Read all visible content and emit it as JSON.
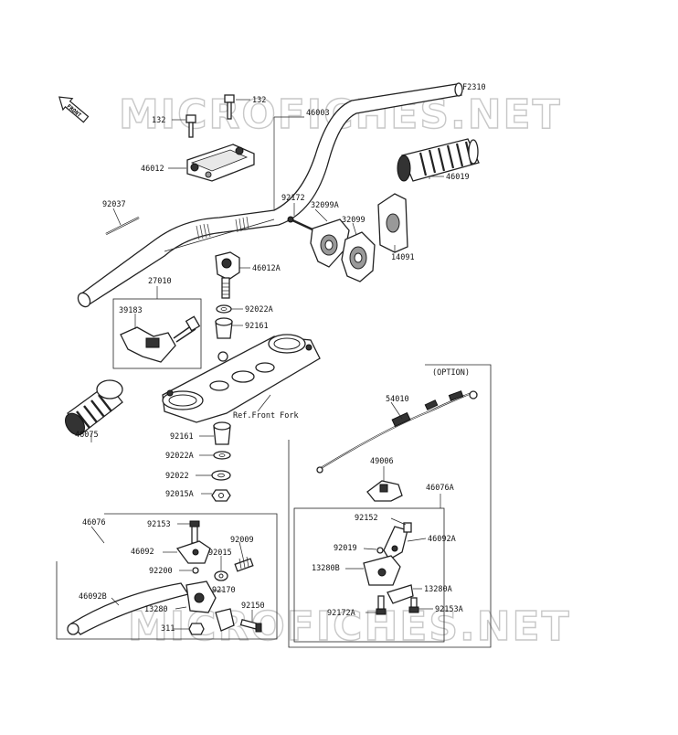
{
  "diagram": {
    "code": "F2310",
    "front_label": "FRONT",
    "watermark": "MICROFICHES.NET",
    "option_label": "(OPTION)",
    "note_front_fork": "Ref.Front Fork"
  },
  "part_labels": {
    "p132a": "132",
    "p132b": "132",
    "p46003": "46003",
    "p46012": "46012",
    "p46019": "46019",
    "p92037": "92037",
    "p92172": "92172",
    "p32099A": "32099A",
    "p32099": "32099",
    "p14091": "14091",
    "p27010": "27010",
    "p46012A": "46012A",
    "p39183": "39183",
    "p92022A_top": "92022A",
    "p92161_top": "92161",
    "p46075": "46075",
    "p92161_bot": "92161",
    "p92022A_bot": "92022A",
    "p92022": "92022",
    "p92015A": "92015A",
    "p54010": "54010",
    "p49006": "49006",
    "p46076A": "46076A",
    "p92152": "92152",
    "p92019": "92019",
    "p46092A": "46092A",
    "p13280B": "13280B",
    "p13280A": "13280A",
    "p92172A": "92172A",
    "p92153A": "92153A",
    "p46076": "46076",
    "p92153": "92153",
    "p92009": "92009",
    "p46092": "46092",
    "p92015": "92015",
    "p92200": "92200",
    "p46092B": "46092B",
    "p92170": "92170",
    "p13280": "13280",
    "p92150": "92150",
    "p311": "311"
  }
}
